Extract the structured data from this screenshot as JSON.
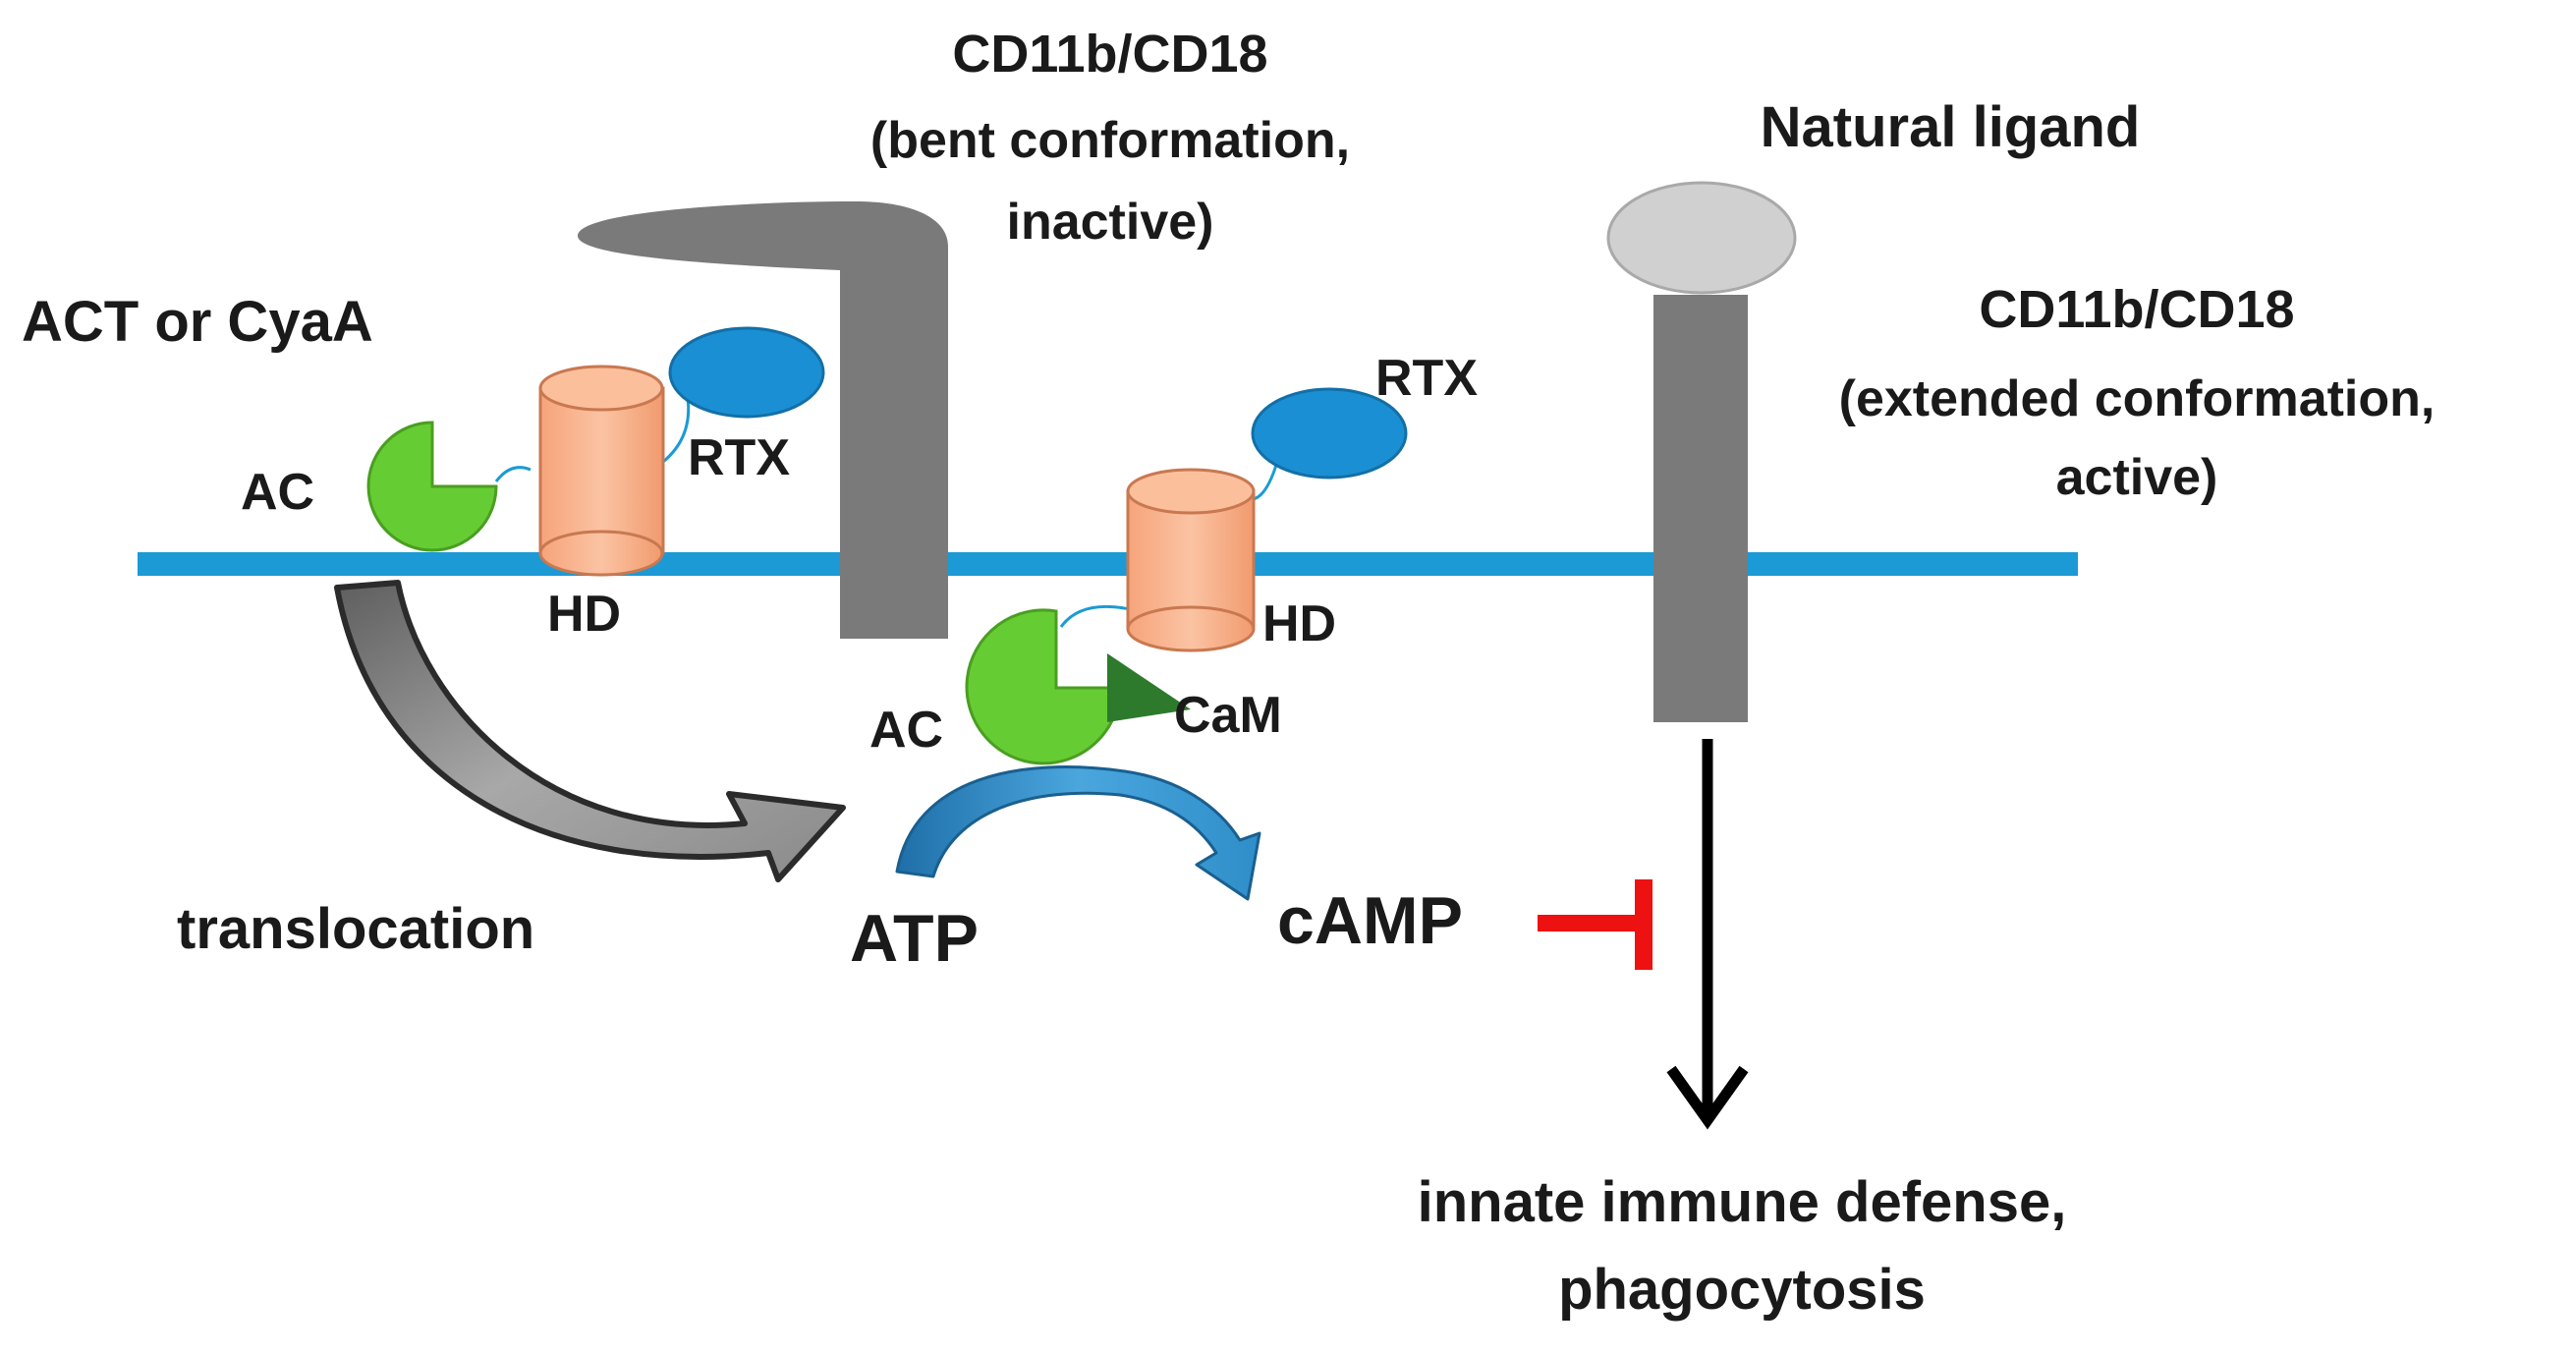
{
  "diagram": {
    "labels": {
      "act_title": "ACT or CyaA",
      "bent_title": "CD11b/CD18",
      "bent_desc_1": "(bent conformation,",
      "bent_desc_2": "inactive)",
      "natural_ligand": "Natural ligand",
      "ext_title": "CD11b/CD18",
      "ext_desc_1": "(extended conformation,",
      "ext_desc_2": "active)",
      "rtx_left": "RTX",
      "ac_left": "AC",
      "hd_left": "HD",
      "rtx_right": "RTX",
      "hd_right": "HD",
      "ac_right": "AC",
      "cam": "CaM",
      "translocation": "translocation",
      "atp": "ATP",
      "camp": "cAMP",
      "outcome_1": "innate immune defense,",
      "outcome_2": "phagocytosis"
    },
    "colors": {
      "membrane": "#1b9ad6",
      "receptor": "#7a7a7a",
      "ligand": "#d0d0d0",
      "ac_domain": "#66cc33",
      "hd_domain": "#f9b088",
      "rtx_domain": "#1b8fd3",
      "cam": "#2d7a2d",
      "translocation_arrow": "#8a8a8a",
      "atp_arrow": "#2f8ec9",
      "inhibition": "#ee1111",
      "signal_arrow": "#000000"
    },
    "icons": {
      "inhibition": "t-bar-icon",
      "signal": "down-arrow-icon",
      "translocation": "curved-arrow-icon",
      "reaction": "curved-arrow-icon"
    }
  }
}
